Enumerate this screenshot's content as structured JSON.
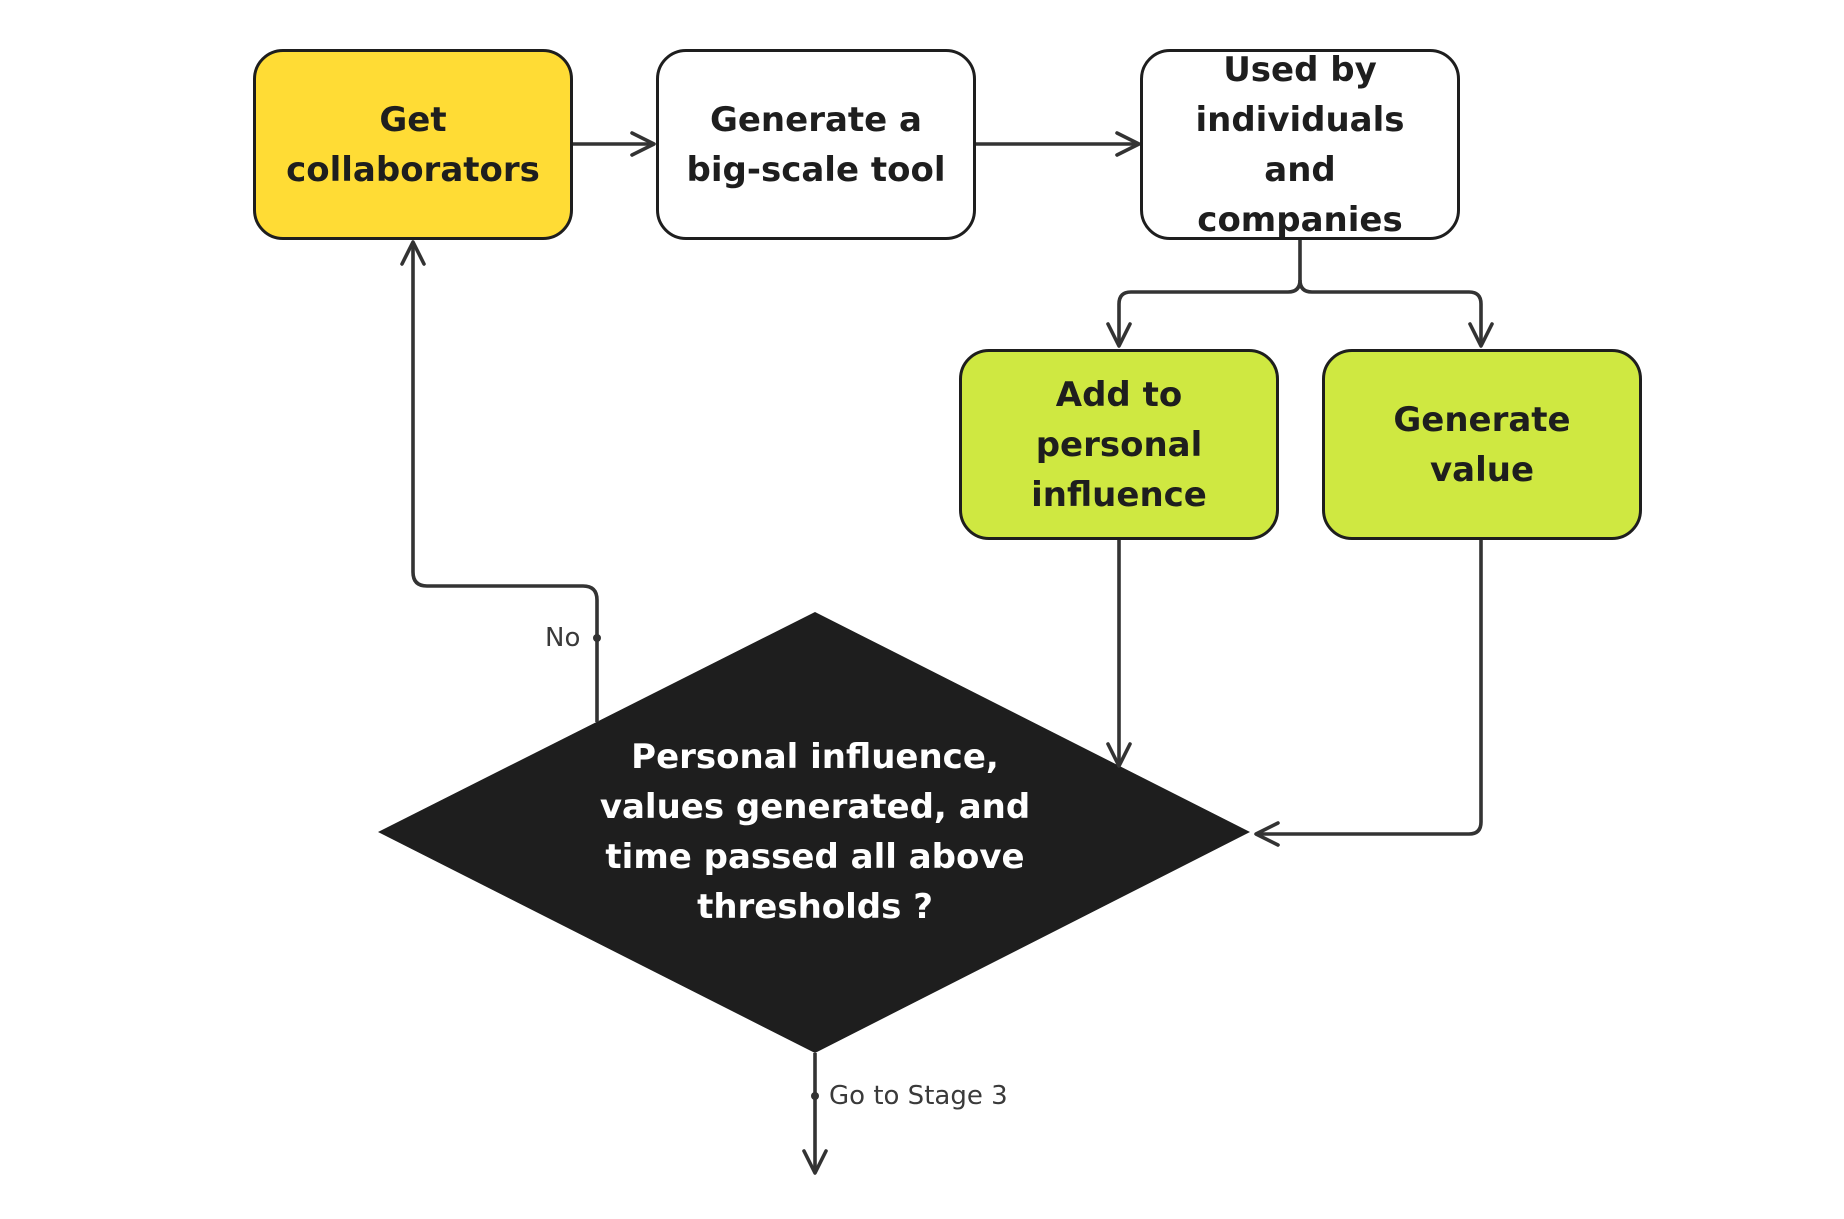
{
  "nodes": {
    "get_collaborators": "Get collaborators",
    "generate_tool": "Generate a big-scale tool",
    "used_by": "Used by individuals and companies",
    "add_influence": "Add to personal influence",
    "generate_value": "Generate value",
    "decision": "Personal influence, values generated, and time passed all above thresholds ?"
  },
  "edge_labels": {
    "no": "No",
    "go_stage3": "Go to Stage 3"
  },
  "colors": {
    "start_node": "#ffdc35",
    "process_node": "#ffffff",
    "outcome_node": "#cfe841",
    "decision_node": "#1e1e1e",
    "connector": "#333333"
  }
}
